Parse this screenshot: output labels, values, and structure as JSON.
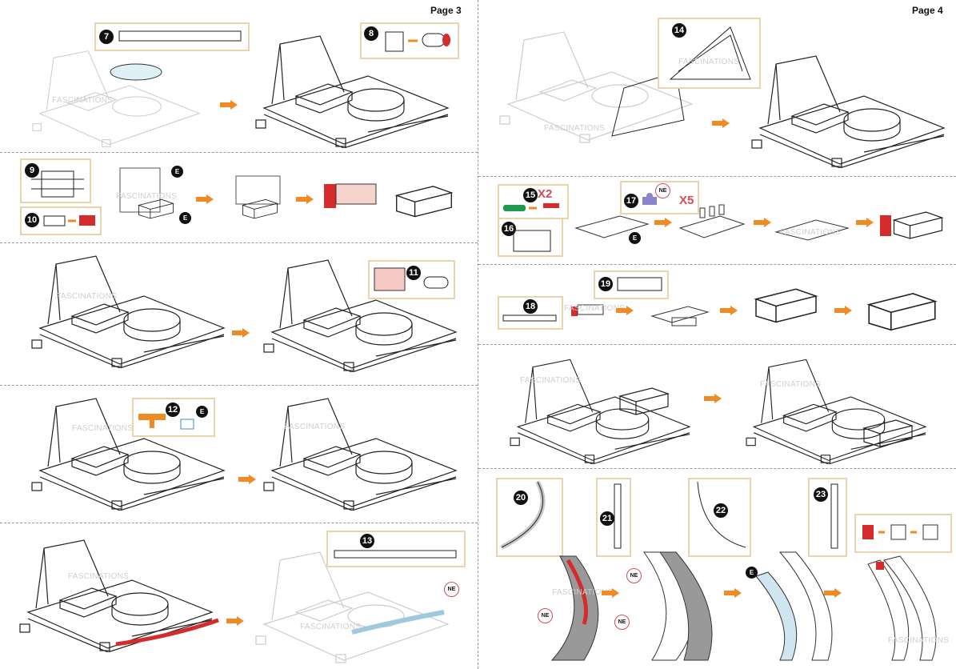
{
  "pages": [
    {
      "label": "Page 3",
      "steps": [
        "7",
        "8",
        "9",
        "10",
        "11",
        "12",
        "13"
      ]
    },
    {
      "label": "Page 4",
      "steps": [
        "14",
        "15",
        "16",
        "17",
        "18",
        "19",
        "20",
        "21",
        "22",
        "23"
      ]
    }
  ],
  "markers": {
    "E": "E",
    "NE": "NE",
    "x2": "X2",
    "x5": "X5"
  },
  "watermark": "FASCINATIONS",
  "colors": {
    "arrow": "#f08a24",
    "callout_border": "#ecd2ad",
    "highlight_red": "#d62b2b",
    "highlight_blue": "#9ec9df",
    "triangle": "#8dc63f"
  }
}
